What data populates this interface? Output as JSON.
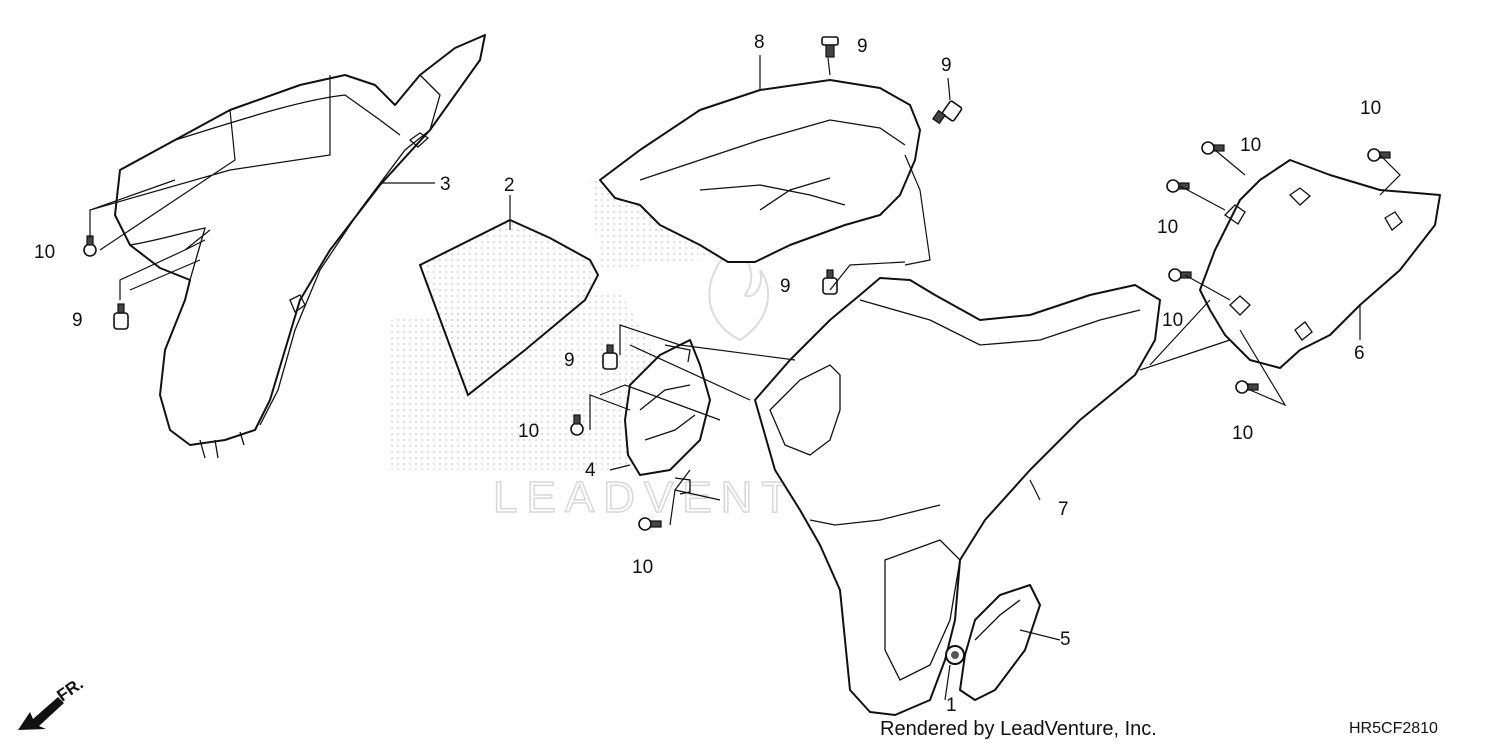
{
  "watermark": {
    "text": "LEADVENTURE"
  },
  "footer": {
    "credit": "Rendered by LeadVenture, Inc.",
    "diagram_code": "HR5CF2810"
  },
  "direction_marker": {
    "label": "FR.",
    "icon": "front-direction-arrow-icon"
  },
  "callouts": {
    "c1": "1",
    "c2": "2",
    "c3": "3",
    "c4": "4",
    "c5": "5",
    "c6": "6",
    "c7": "7",
    "c8": "8",
    "c9_a": "9",
    "c9_b": "9",
    "c9_c": "9",
    "c9_d": "9",
    "c9_e": "9",
    "c10_a": "10",
    "c10_b": "10",
    "c10_c": "10",
    "c10_d": "10",
    "c10_e": "10",
    "c10_f": "10",
    "c10_g": "10",
    "c10_h": "10"
  }
}
